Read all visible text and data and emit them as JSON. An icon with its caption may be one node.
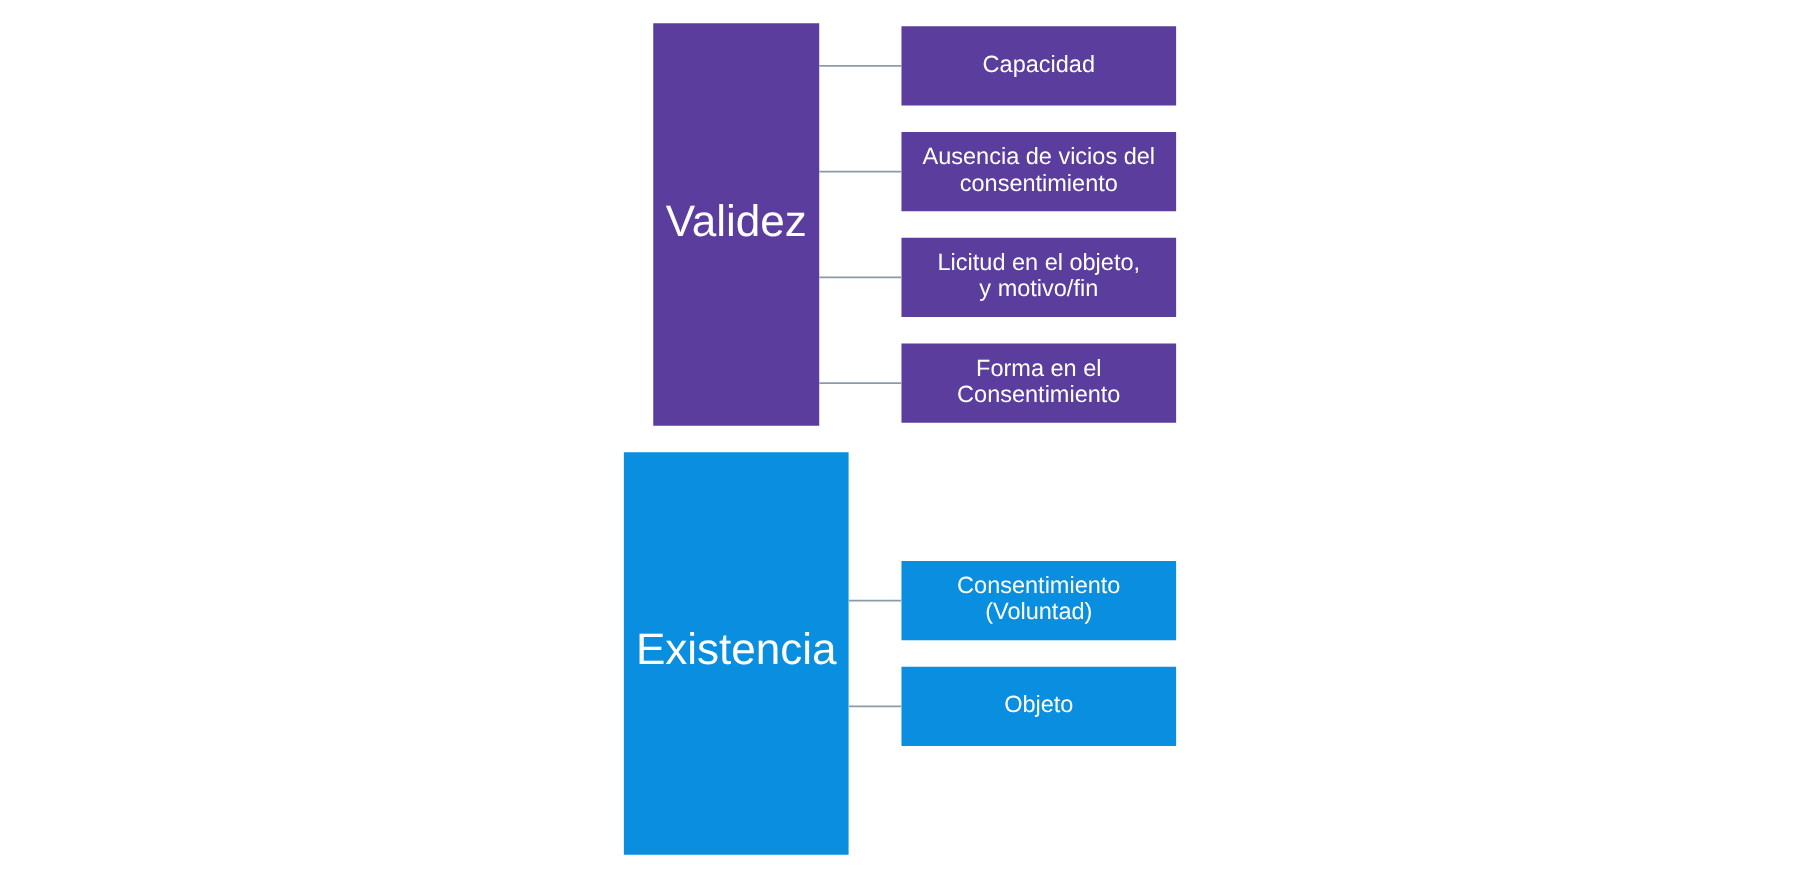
{
  "diagram": {
    "nodes": [
      {
        "text": [
          "Existencia"
        ]
      },
      {
        "text": [
          "Consentimiento (Voluntad)"
        ]
      },
      {
        "text": [
          "Objeto"
        ]
      },
      {
        "text": [
          "Validez"
        ]
      },
      {
        "text": [
          "Capacidad"
        ]
      },
      {
        "text": [
          "Ausencia de vicios del consentimiento"
        ]
      },
      {
        "text": [
          "Licitud en el objeto, y motivo/fin"
        ]
      },
      {
        "text": [
          "Forma en el Consentimiento"
        ]
      }
    ],
    "edges": [
      {
        "from": 0,
        "to": 1,
        "arrow": "none"
      },
      {
        "from": 0,
        "to": 2,
        "arrow": "none"
      },
      {
        "from": 3,
        "to": 4,
        "arrow": "none"
      },
      {
        "from": 3,
        "to": 5,
        "arrow": "none"
      },
      {
        "from": 3,
        "to": 6,
        "arrow": "none"
      },
      {
        "from": 3,
        "to": 7,
        "arrow": "none"
      }
    ]
  }
}
